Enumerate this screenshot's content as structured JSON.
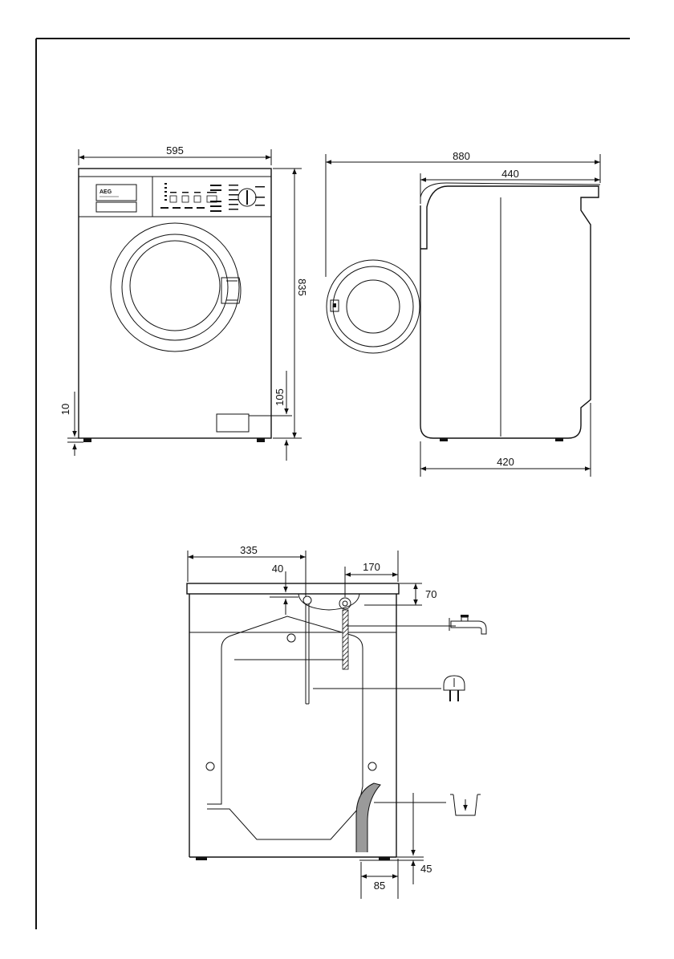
{
  "front_view": {
    "brand": "AEG",
    "width": "595",
    "height": "835",
    "plinth_height": "105",
    "foot_height": "10"
  },
  "side_view": {
    "depth_overall": "880",
    "depth_top": "440",
    "depth_base": "420"
  },
  "rear_view": {
    "width_left": "335",
    "inlet_offset": "40",
    "width_right": "170",
    "top_height": "70",
    "drain_height": "45",
    "drain_offset": "85"
  },
  "icons": [
    "water-tap-icon",
    "mains-plug-icon",
    "drain-basin-icon"
  ]
}
